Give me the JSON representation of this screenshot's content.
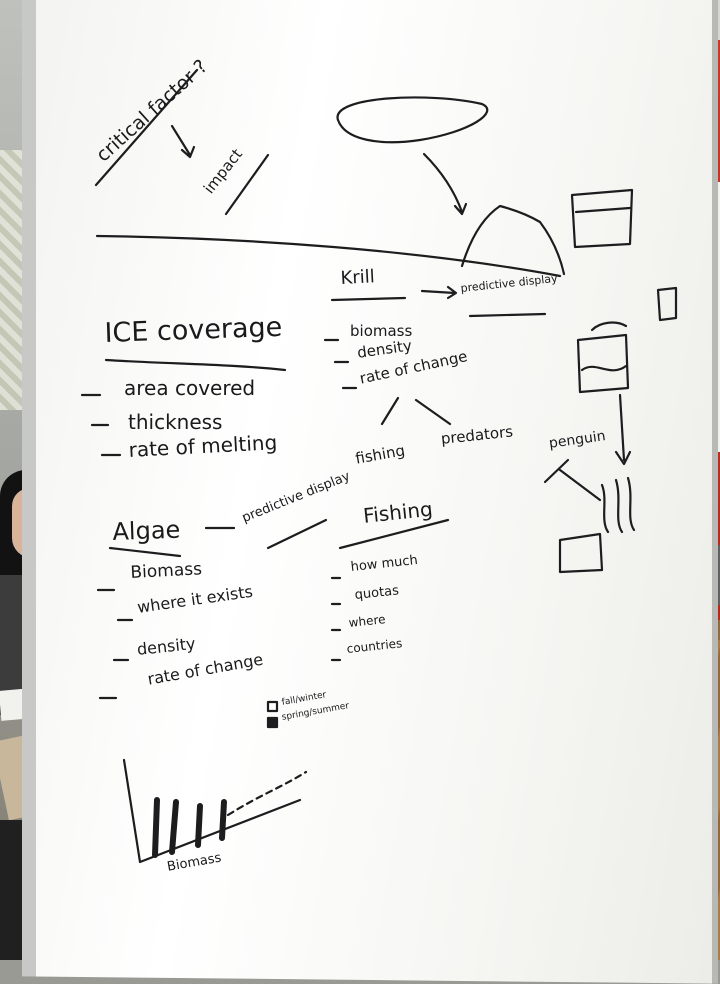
{
  "whiteboard": {
    "top_question": "critical factor ?",
    "impact": "impact",
    "ice": {
      "title": "ICE coverage",
      "items": [
        "area covered",
        "thickness",
        "rate of melting"
      ]
    },
    "krill": {
      "title": "Krill",
      "predictive": "predictive display",
      "items": [
        "biomass",
        "density",
        "rate of change"
      ],
      "branches": [
        "fishing",
        "predators"
      ]
    },
    "penguin": "penguin",
    "algae": {
      "title": "Algae",
      "predictive": "predictive display",
      "items": [
        "Biomass",
        "where it exists",
        "density",
        "rate of change"
      ]
    },
    "fishing": {
      "title": "Fishing",
      "items": [
        "how much",
        "quotas",
        "where",
        "countries"
      ]
    },
    "legend": [
      "fall/winter",
      "spring/summer"
    ],
    "chart_label": "Biomass"
  },
  "colors": {
    "ink": "#1d1d1f",
    "board": "#f7f7f4",
    "wall_red": "#c0342a"
  }
}
